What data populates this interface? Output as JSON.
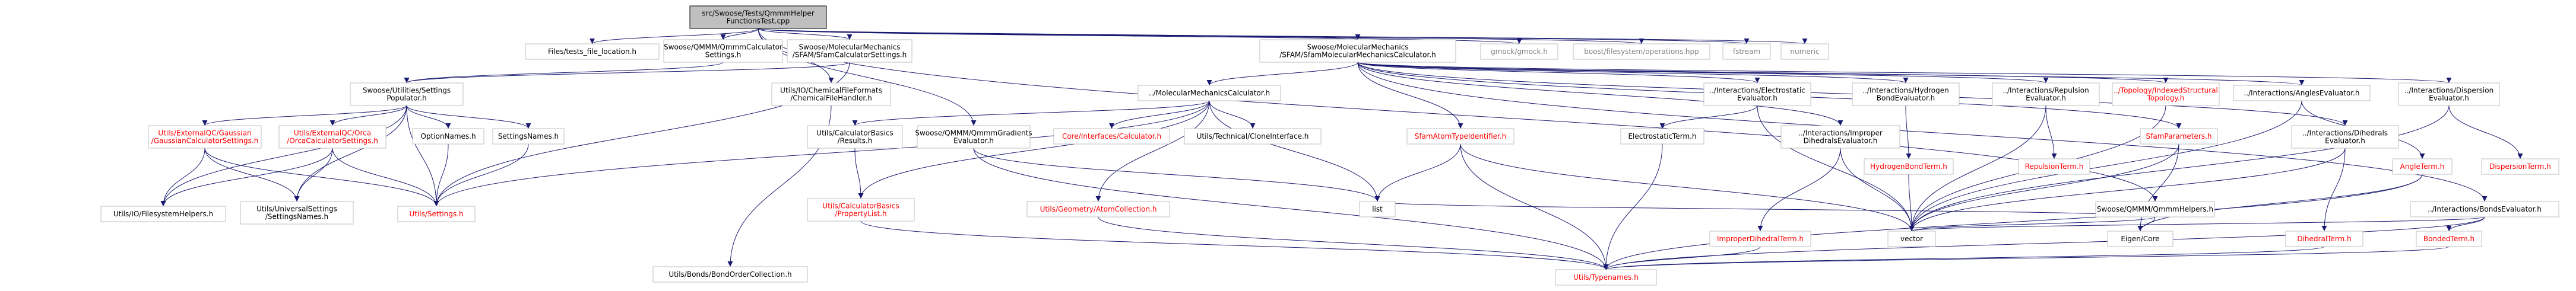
{
  "nodes": {
    "root": [
      "src/Swoose/Tests/QmmmHelper",
      "FunctionsTest.cpp"
    ],
    "files_tests_file_location": [
      "Files/tests_file_location.h"
    ],
    "swoose_qmmm_calc_settings": [
      "Swoose/QMMM/QmmmCalculator",
      "Settings.h"
    ],
    "swoose_sfam_calc_settings": [
      "Swoose/MolecularMechanics",
      "/SFAM/SfamCalculatorSettings.h"
    ],
    "swoose_sfam_mm_calc": [
      "Swoose/MolecularMechanics",
      "/SFAM/SfamMolecularMechanicsCalculator.h"
    ],
    "gmock": [
      "gmock/gmock.h"
    ],
    "boost_fs_ops": [
      "boost/filesystem/operations.hpp"
    ],
    "fstream": [
      "fstream"
    ],
    "numeric": [
      "numeric"
    ],
    "swoose_utilities_settings_populator": [
      "Swoose/Utilities/Settings",
      "Populator.h"
    ],
    "utils_io_chemfileformats_handler": [
      "Utils/IO/ChemicalFileFormats",
      "/ChemicalFileHandler.h"
    ],
    "mm_calc": [
      "../MolecularMechanicsCalculator.h"
    ],
    "interactions_electrostatic_eval": [
      "../Interactions/Electrostatic",
      "Evaluator.h"
    ],
    "interactions_hydrogenbond_eval": [
      "../Interactions/Hydrogen",
      "BondEvaluator.h"
    ],
    "interactions_repulsion_eval": [
      "../Interactions/Repulsion",
      "Evaluator.h"
    ],
    "topology_indexed_structural": [
      "../Topology/IndexedStructural",
      "Topology.h"
    ],
    "interactions_angles_eval": [
      "../Interactions/AnglesEvaluator.h"
    ],
    "interactions_dispersion_eval": [
      "../Interactions/Dispersion",
      "Evaluator.h"
    ],
    "utils_external_qc_gaussian": [
      "Utils/ExternalQC/Gaussian",
      "/GaussianCalculatorSettings.h"
    ],
    "utils_external_qc_orca": [
      "Utils/ExternalQC/Orca",
      "/OrcaCalculatorSettings.h"
    ],
    "option_names": [
      "OptionNames.h"
    ],
    "settings_names": [
      "SettingsNames.h"
    ],
    "utils_calculatorbasics_results": [
      "Utils/CalculatorBasics",
      "/Results.h"
    ],
    "swoose_qmmm_gradients_eval": [
      "Swoose/QMMM/QmmmGradients",
      "Evaluator.h"
    ],
    "core_interfaces_calculator": [
      "Core/Interfaces/Calculator.h"
    ],
    "utils_technical_cloneinterface": [
      "Utils/Technical/CloneInterface.h"
    ],
    "sfam_atom_type_identifier": [
      "SfamAtomTypeIdentifier.h"
    ],
    "electrostatic_term": [
      "ElectrostaticTerm.h"
    ],
    "interactions_improper_dihedrals_eval": [
      "../Interactions/Improper",
      "DihedralsEvaluator.h"
    ],
    "hydrogen_bond_term": [
      "HydrogenBondTerm.h"
    ],
    "repulsion_term": [
      "RepulsionTerm.h"
    ],
    "sfam_parameters": [
      "SfamParameters.h"
    ],
    "interactions_dihedrals_eval": [
      "../Interactions/Dihedrals",
      "Evaluator.h"
    ],
    "angle_term": [
      "AngleTerm.h"
    ],
    "dispersion_term": [
      "DispersionTerm.h"
    ],
    "interactions_bonds_eval": [
      "../Interactions/BondsEvaluator.h"
    ],
    "swoose_qmmm_helpers": [
      "Swoose/QMMM/QmmmHelpers.h"
    ],
    "utils_io_filesystemhelpers": [
      "Utils/IO/FilesystemHelpers.h"
    ],
    "utils_universal_settings_names": [
      "Utils/UniversalSettings",
      "/SettingsNames.h"
    ],
    "utils_settings": [
      "Utils/Settings.h"
    ],
    "utils_calculatorbasics_propertylist": [
      "Utils/CalculatorBasics",
      "/PropertyList.h"
    ],
    "utils_geometry_atomcollection": [
      "Utils/Geometry/AtomCollection.h"
    ],
    "list": [
      "list"
    ],
    "improper_dihedral_term": [
      "ImproperDihedralTerm.h"
    ],
    "vector": [
      "vector"
    ],
    "eigen_core": [
      "Eigen/Core"
    ],
    "dihedral_term": [
      "DihedralTerm.h"
    ],
    "bonded_term": [
      "BondedTerm.h"
    ],
    "utils_bonds_bondordercollection": [
      "Utils/Bonds/BondOrderCollection.h"
    ],
    "utils_typenames": [
      "Utils/Typenames.h"
    ]
  },
  "colors": {
    "edge": "#191970",
    "root_fill": "#bfbfbf",
    "node_border": "#bfbfbf",
    "red_label": "#ff0000",
    "gray_label": "#808080",
    "black_label": "#000000"
  }
}
